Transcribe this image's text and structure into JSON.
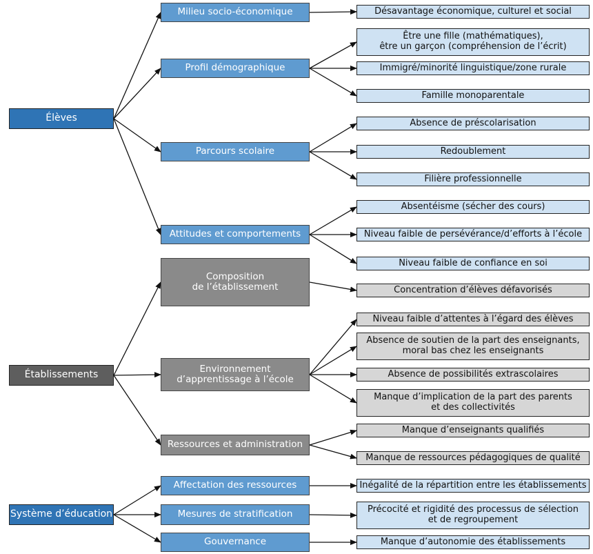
{
  "colors": {
    "blue_root": "#2f74b5",
    "blue_mid": "#5f9bd0",
    "blue_leaf": "#cfe2f3",
    "gray_root": "#5e5e5e",
    "gray_mid": "#8a8a8a",
    "gray_leaf": "#d6d6d6",
    "line": "#111111"
  },
  "eleves": {
    "label": "Élèves",
    "milieu": {
      "label": "Milieu socio-économique",
      "leaves": [
        "Désavantage économique, culturel et social"
      ]
    },
    "profil": {
      "label": "Profil démographique",
      "leaves": [
        "Être une fille (mathématiques),\nêtre un garçon (compréhension de l’écrit)",
        "Immigré/minorité linguistique/zone rurale",
        "Famille monoparentale"
      ]
    },
    "parcours": {
      "label": "Parcours scolaire",
      "leaves": [
        "Absence de préscolarisation",
        "Redoublement",
        "Filière professionnelle"
      ]
    },
    "attitudes": {
      "label": "Attitudes et comportements",
      "leaves": [
        "Absentéisme (sécher des cours)",
        "Niveau faible de persévérance/d’efforts à l’école",
        "Niveau faible de confiance en soi"
      ]
    }
  },
  "etablissements": {
    "label": "Établissements",
    "composition": {
      "label": "Composition\nde l’établissement",
      "leaves": [
        "Concentration d’élèves défavorisés"
      ]
    },
    "environnement": {
      "label": "Environnement\nd’apprentissage à l’école",
      "leaves": [
        "Niveau faible d’attentes à l’égard des élèves",
        "Absence de soutien de la part des enseignants,\nmoral bas chez les enseignants",
        "Absence de possibilités extrascolaires",
        "Manque d’implication de la part des parents\net des collectivités"
      ]
    },
    "ressources": {
      "label": "Ressources et administration",
      "leaves": [
        "Manque d’enseignants qualifiés",
        "Manque de ressources pédagogiques de qualité"
      ]
    }
  },
  "systeme": {
    "label": "Système d’éducation",
    "affectation": {
      "label": "Affectation des ressources",
      "leaves": [
        "Inégalité de la répartition entre les établissements"
      ]
    },
    "stratification": {
      "label": "Mesures de stratification",
      "leaves": [
        "Précocité et rigidité des processus de sélection\net de regroupement"
      ]
    },
    "gouvernance": {
      "label": "Gouvernance",
      "leaves": [
        "Manque d’autonomie des établissements"
      ]
    }
  }
}
